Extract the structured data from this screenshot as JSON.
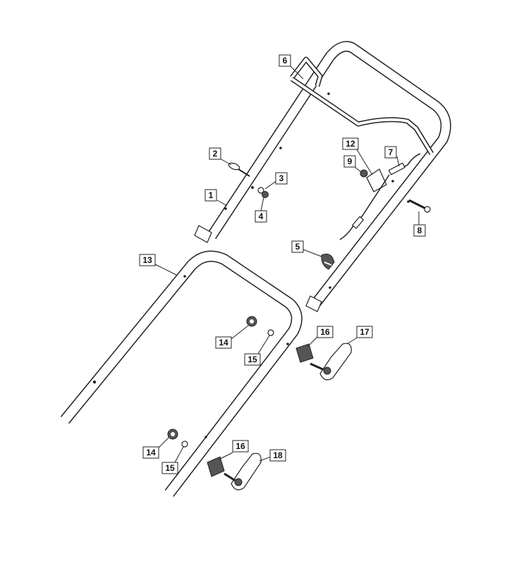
{
  "callouts": [
    {
      "id": "c1",
      "label": "1"
    },
    {
      "id": "c2",
      "label": "2"
    },
    {
      "id": "c3",
      "label": "3"
    },
    {
      "id": "c4",
      "label": "4"
    },
    {
      "id": "c5",
      "label": "5"
    },
    {
      "id": "c6",
      "label": "6"
    },
    {
      "id": "c7",
      "label": "7"
    },
    {
      "id": "c8",
      "label": "8"
    },
    {
      "id": "c9",
      "label": "9"
    },
    {
      "id": "c12",
      "label": "12"
    },
    {
      "id": "c13",
      "label": "13"
    },
    {
      "id": "c14a",
      "label": "14"
    },
    {
      "id": "c15a",
      "label": "15"
    },
    {
      "id": "c16a",
      "label": "16"
    },
    {
      "id": "c17",
      "label": "17"
    },
    {
      "id": "c14b",
      "label": "14"
    },
    {
      "id": "c15b",
      "label": "15"
    },
    {
      "id": "c16b",
      "label": "16"
    },
    {
      "id": "c18",
      "label": "18"
    }
  ]
}
